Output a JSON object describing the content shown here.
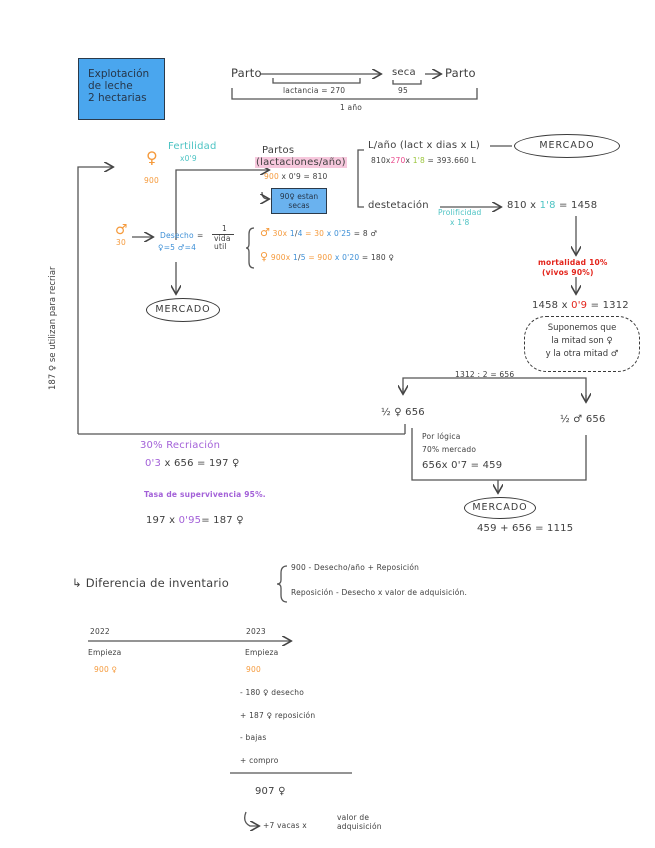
{
  "title_box": {
    "line1": "Explotación",
    "line2": "de leche",
    "line3": "2 hectarias"
  },
  "cycle": {
    "parto_left": "Parto",
    "seca": "seca",
    "arrow": "→",
    "parto_right": "Parto",
    "lactancia": "lactancia = 270",
    "seca_days": "95",
    "year": "1 año"
  },
  "herd": {
    "female_symbol": "♀",
    "female_count": "900",
    "fertilidad_label": "Fertilidad",
    "fertilidad_value": "x0'9",
    "male_symbol": "♂",
    "male_count": "30"
  },
  "partos": {
    "title": "Partos",
    "subtitle": "(lactaciones/año)",
    "calc_a": "900",
    "calc_b": "x 0'9 = 810",
    "secas_line1": "90♀ estan",
    "secas_line2": "secas"
  },
  "leche": {
    "header": "L/año (lact x dias x L)",
    "calc_a": "810x",
    "calc_pink": "270",
    "calc_mid": "x",
    "calc_green": "1'8",
    "calc_end": "= 393.660 L",
    "mercado": "MERCADO"
  },
  "destetacion": {
    "label": "destetación",
    "prolificidad": "Prolificidad",
    "prolificidad_value": "x 1'8",
    "calc_a": "810 x",
    "calc_teal": "1'8",
    "calc_end": "= 1458"
  },
  "mortalidad": {
    "line1": "mortalidad 10%",
    "line2": "(vivos 90%)",
    "calc_a": "1458 x",
    "calc_red": "0'9",
    "calc_end": "= 1312"
  },
  "cloud": {
    "line1": "Suponemos que",
    "line2": "la mitad son ♀",
    "line3": "y la otra mitad ♂"
  },
  "split": {
    "division": "1312 : 2 = 656",
    "female": "½ ♀ 656",
    "male": "½ ♂ 656"
  },
  "desecho": {
    "label": "Desecho",
    "equals": "=",
    "numerator": "1",
    "denominator_1": "vida",
    "denominator_2": "util",
    "lifespans": "♀=5  ♂=4",
    "male_calc_sym": "♂",
    "male_calc_a": "30x",
    "male_calc_frac_num": "1",
    "male_calc_frac_den": "4",
    "male_calc_b": "= 30",
    "male_calc_c": "x 0'25",
    "male_calc_end": "= 8 ♂",
    "female_calc_sym": "♀",
    "female_calc_a": "900x",
    "female_calc_frac_num": "1",
    "female_calc_frac_den": "5",
    "female_calc_b": "= 900",
    "female_calc_c": "x 0'20",
    "female_calc_end": "= 180 ♀",
    "mercado": "MERCADO"
  },
  "vertical_note": "187 ♀ se utilizan para recriar",
  "recria": {
    "label": "30% Recriación",
    "calc_colored": "0'3",
    "calc_end": "x 656 = 197 ♀",
    "supervivencia": "Tasa de supervivencia 95%.",
    "calc2_a": "197 x",
    "calc2_colored": "0'95",
    "calc2_end": "= 187 ♀"
  },
  "logica": {
    "line1": "Por lógica",
    "line2": "70% mercado",
    "line3": "656x 0'7 = 459",
    "mercado": "MERCADO",
    "total": "459 + 656 = 1115"
  },
  "inventario": {
    "arrow": "↳",
    "label": "Diferencia de inventario",
    "line1": "900 - Desecho/año + Reposición",
    "line2": "Reposición - Desecho x valor de adquisición."
  },
  "timeline": {
    "year_a": "2022",
    "year_b": "2023",
    "empieza_a": "Empieza",
    "empieza_b": "Empieza",
    "start_a": "900 ♀",
    "start_b": "900",
    "op1": "- 180 ♀ desecho",
    "op2": "+ 187 ♀ reposición",
    "op3": "- bajas",
    "op4": "+ compro",
    "result": "907 ♀",
    "note_a": "+7 vacas x",
    "note_b1": "valor de",
    "note_b2": "adquisición"
  },
  "colors": {
    "title_box": "#4aa6ee",
    "orange": "#f59a3c",
    "blue": "#3d8fd6",
    "teal": "#4cc3c3",
    "green": "#9ac53a",
    "pink": "#e8478a",
    "red": "#e3241b",
    "purple": "#a361d8"
  }
}
